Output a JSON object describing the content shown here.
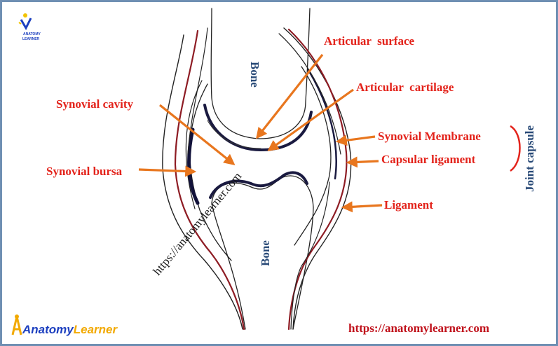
{
  "labels": {
    "articular_surface": "Articular  surface",
    "articular_cartilage": "Articular  cartilage",
    "synovial_cavity": "Synovial cavity",
    "synovial_membrane": "Synovial Membrane",
    "capsular_ligament": "Capsular ligament",
    "synovial_bursa": "Synovial bursa",
    "ligament": "Ligament",
    "joint_capsule": "Joint capsule",
    "bone_upper": "Bone",
    "bone_lower": "Bone"
  },
  "watermark": "https://anatomylearner.com",
  "footer": {
    "brand_part1": "Anatomy",
    "brand_part2": "Learner",
    "url": "https://anatomylearner.com"
  },
  "logo": {
    "line1": "ANATOMY",
    "line2": "LEARNER"
  },
  "colors": {
    "label_red": "#e3231b",
    "arrow_orange": "#e8761e",
    "bone_blue": "#2a4b78",
    "frame_blue": "#6f8fb3",
    "capsule_red": "#8e1c24"
  }
}
